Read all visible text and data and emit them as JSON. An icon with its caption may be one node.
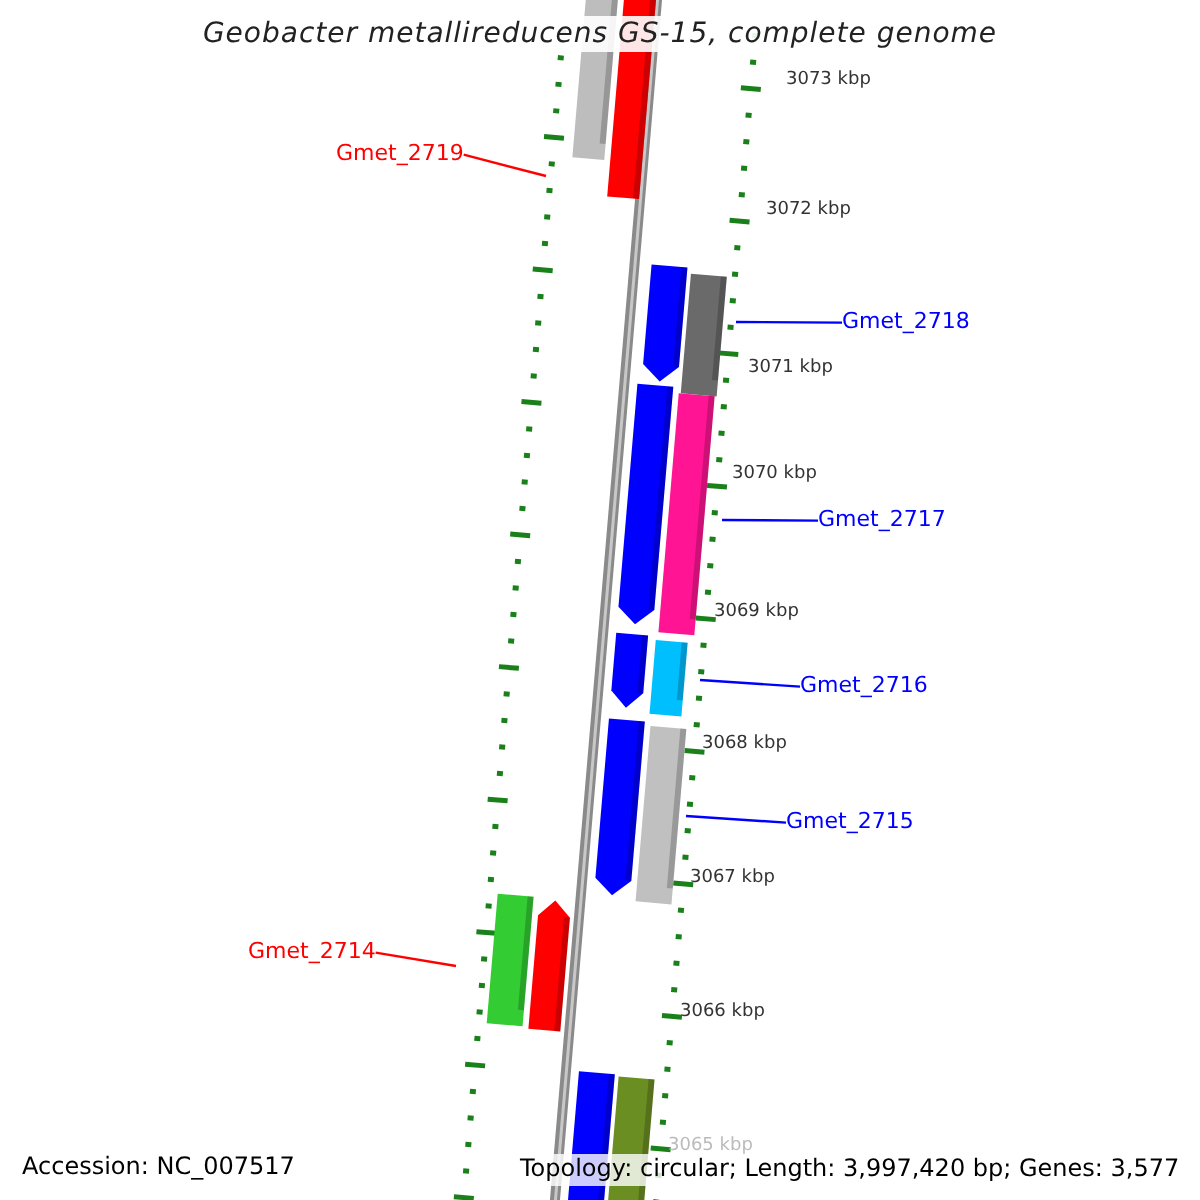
{
  "diagram": {
    "title": "Geobacter metallireducens GS-15, complete genome",
    "nodes": [
      {
        "text": [
          "Gmet_2719"
        ]
      },
      {
        "text": [
          "Gmet_2718"
        ]
      },
      {
        "text": [
          "Gmet_2717"
        ]
      },
      {
        "text": [
          "Gmet_2716"
        ]
      },
      {
        "text": [
          "Gmet_2715"
        ]
      },
      {
        "text": [
          "Gmet_2714"
        ]
      }
    ],
    "edges": [
      {
        "from": 0,
        "to": null,
        "arrow": "none",
        "color": "#ff0000"
      },
      {
        "from": 1,
        "to": null,
        "arrow": "none"
      },
      {
        "from": 2,
        "to": null,
        "arrow": "none"
      },
      {
        "from": 3,
        "to": null,
        "arrow": "none"
      },
      {
        "from": 4,
        "to": null,
        "arrow": "none"
      },
      {
        "from": 5,
        "to": null,
        "arrow": "none",
        "color": "#ff0000"
      }
    ],
    "labels": [
      "3073 kbp",
      "3072 kbp",
      "3071 kbp",
      "3070 kbp",
      "3069 kbp",
      "3068 kbp",
      "3067 kbp",
      "3066 kbp",
      "3065 kbp",
      "Accession: NC_007517",
      "Topology: circular; Length: 3,997,420 bp; Genes: 3,577"
    ]
  }
}
